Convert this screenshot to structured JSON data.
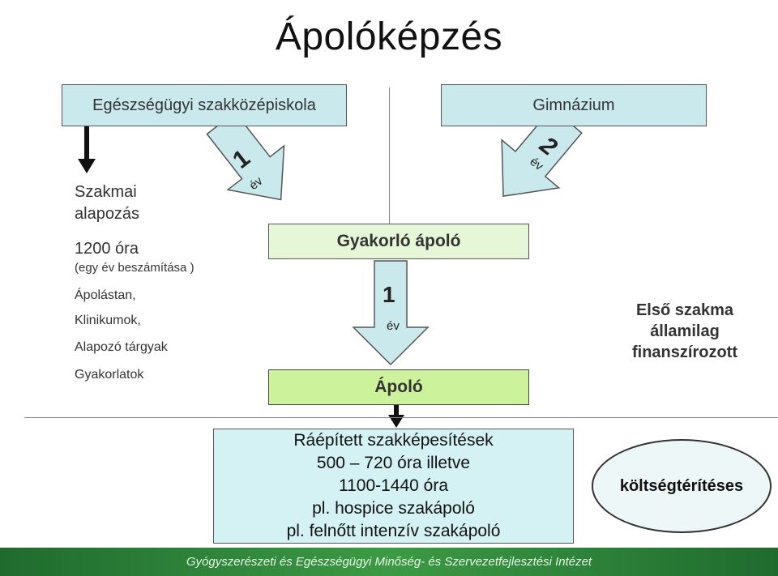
{
  "title": "Ápolóképzés",
  "boxes": {
    "school": "Egészségügyi szakközépiskola",
    "gymnasium": "Gimnázium",
    "practicing_nurse": "Gyakorló ápoló",
    "nurse": "Ápoló"
  },
  "left_panel": {
    "basic_1": "Szakmai",
    "basic_2": "alapozás",
    "hours": "1200 óra",
    "credit": "(egy év beszámítása )",
    "subject_1": "Ápolástan,",
    "subject_2": "Klinikumok,",
    "subject_3": "Alapozó tárgyak",
    "subject_4": "Gyakorlatok"
  },
  "arrows": {
    "left_num": "1",
    "left_unit": "év",
    "center_num": "1",
    "center_unit": "év",
    "right_num": "2",
    "right_unit": "év"
  },
  "first_program": {
    "line1": "Első szakma",
    "line2": "államilag",
    "line3": "finanszírozott"
  },
  "additional": {
    "line1": "Ráépített szakképesítések",
    "line2": "500 – 720 óra illetve",
    "line3": "1100-1440 óra",
    "line4": "pl. hospice szakápoló",
    "line5": "pl. felnőtt intenzív szakápoló"
  },
  "fee_label": "költségtérítéses",
  "footer": "Gyógyszerészeti és Egészségügyi Minőség- és Szervezetfejlesztési Intézet",
  "colors": {
    "box_blue": "#c9e9ec",
    "box_green_light": "#e6f7d8",
    "box_green": "#ccf29c",
    "footer_green": "#2f8a3a"
  }
}
